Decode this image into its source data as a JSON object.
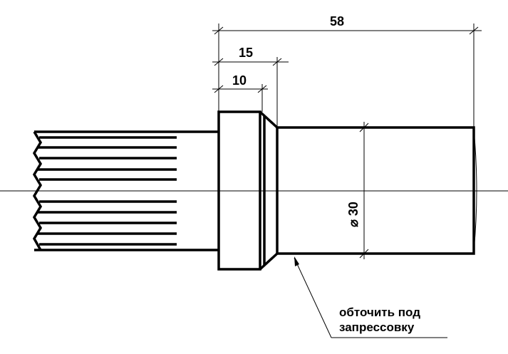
{
  "dimensions": {
    "overall_length": "58",
    "step_length": "15",
    "collar_length": "10",
    "diameter": "⌀ 30"
  },
  "annotation": {
    "line1": "обточить под",
    "line2": "запрессовку"
  }
}
